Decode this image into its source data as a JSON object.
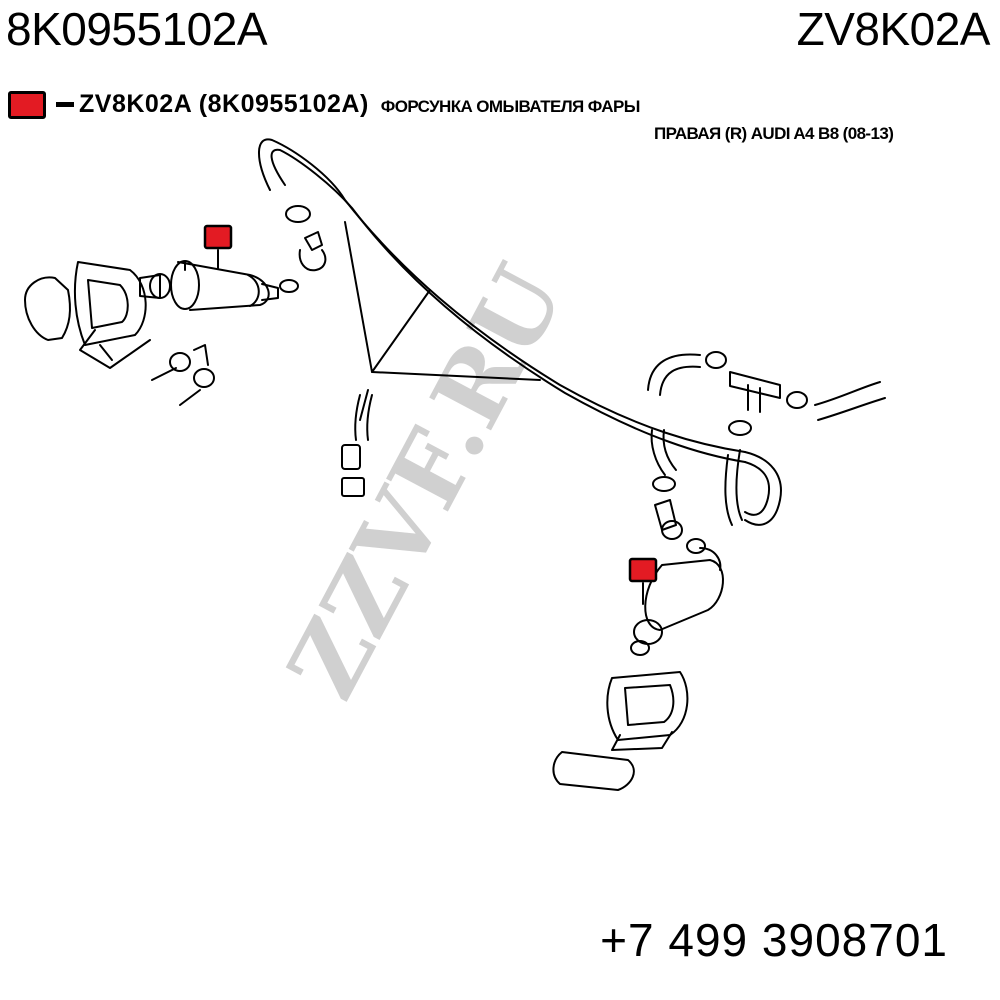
{
  "header": {
    "part_number": "8K0955102A",
    "catalog_code": "ZV8K02A"
  },
  "legend": {
    "code": "ZV8K02A (8K0955102A)",
    "description_line1": "ФОРСУНКА ОМЫВАТЕЛЯ ФАРЫ",
    "description_line2": "ПРАВАЯ (R) AUDI A4 B8 (08-13)",
    "marker_color": "#e31b23"
  },
  "watermark": "ZZVF.RU",
  "footer": {
    "phone": "+7 499 3908701"
  }
}
